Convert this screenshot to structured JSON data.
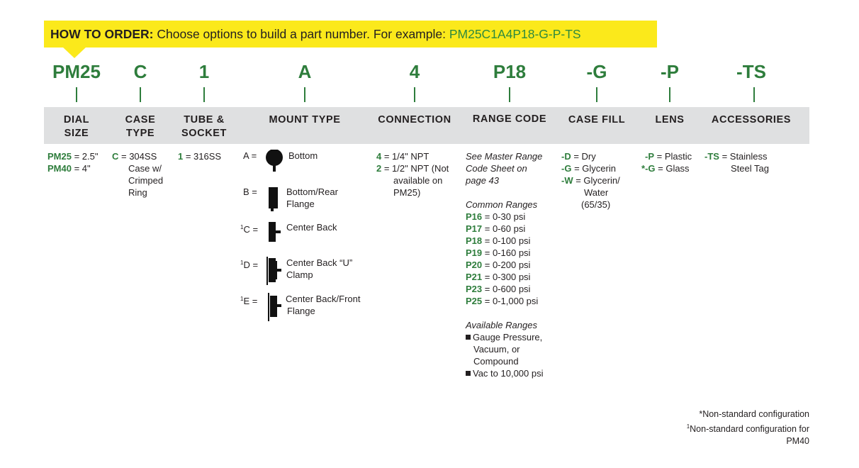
{
  "banner": {
    "label": "HOW TO ORDER:",
    "text": " Choose options to build a part number. For example: ",
    "example": "PM25C1A4P18-G-P-TS"
  },
  "codes": [
    "PM25",
    "C",
    "1",
    "A",
    "4",
    "P18",
    "-G",
    "-P",
    "-TS"
  ],
  "headers": [
    [
      "DIAL",
      "SIZE"
    ],
    [
      "CASE",
      "TYPE"
    ],
    [
      "TUBE &",
      "SOCKET"
    ],
    [
      "MOUNT TYPE"
    ],
    [
      "CONNECTION"
    ],
    [
      "RANGE CODE"
    ],
    [
      "CASE FILL"
    ],
    [
      "LENS"
    ],
    [
      "ACCESSORIES"
    ]
  ],
  "dial_size": [
    {
      "code": "PM25",
      "text": " = 2.5\""
    },
    {
      "code": "PM40",
      "text": " = 4\""
    }
  ],
  "case_type": {
    "code": "C",
    "text": " = 304SS",
    "cont": [
      "Case w/",
      "Crimped",
      "Ring"
    ]
  },
  "tube_socket": {
    "code": "1",
    "text": " = 316SS"
  },
  "mount_type": [
    {
      "sup": "",
      "letter": "A =",
      "icon": "bottom-mount-icon",
      "desc": [
        "Bottom"
      ]
    },
    {
      "sup": "",
      "letter": "B =",
      "icon": "bottom-rear-flange-icon",
      "desc": [
        "Bottom/Rear",
        "Flange"
      ]
    },
    {
      "sup": "1",
      "letter": "C =",
      "icon": "center-back-icon",
      "desc": [
        "Center Back"
      ]
    },
    {
      "sup": "1",
      "letter": "D =",
      "icon": "center-back-u-clamp-icon",
      "desc": [
        "Center Back “U”",
        "Clamp"
      ]
    },
    {
      "sup": "1",
      "letter": "E =",
      "icon": "center-back-front-flange-icon",
      "desc": [
        "Center Back/Front",
        "Flange"
      ]
    }
  ],
  "connection": [
    {
      "code": "4",
      "text": " = 1/4\" NPT"
    },
    {
      "code": "2",
      "text": " = 1/2\" NPT (Not",
      "cont": [
        "available on",
        "PM25)"
      ]
    }
  ],
  "range_code": {
    "intro": [
      "See Master Range",
      "Code Sheet on",
      "page 43"
    ],
    "common_title": "Common Ranges",
    "common": [
      {
        "code": "P16",
        "text": " = 0-30 psi"
      },
      {
        "code": "P17",
        "text": " = 0-60 psi"
      },
      {
        "code": "P18",
        "text": " = 0-100 psi"
      },
      {
        "code": "P19",
        "text": " = 0-160 psi"
      },
      {
        "code": "P20",
        "text": " = 0-200 psi"
      },
      {
        "code": "P21",
        "text": " = 0-300 psi"
      },
      {
        "code": "P23",
        "text": " = 0-600 psi"
      },
      {
        "code": "P25",
        "text": " = 0-1,000 psi"
      }
    ],
    "available_title": "Available Ranges",
    "available": [
      [
        "Gauge Pressure,",
        "Vacuum, or",
        "Compound"
      ],
      [
        "Vac to 10,000 psi"
      ]
    ]
  },
  "case_fill": [
    {
      "code": "-D",
      "text": " = Dry"
    },
    {
      "code": "-G",
      "text": " = Glycerin"
    },
    {
      "code": "-W",
      "text": " = Glycerin/",
      "cont": [
        "Water",
        "(65/35)"
      ]
    }
  ],
  "lens": [
    {
      "pre": "",
      "code": "-P",
      "text": " = Plastic"
    },
    {
      "pre": "*",
      "code": "-G",
      "text": " = Glass"
    }
  ],
  "accessories": {
    "code": "-TS",
    "text": " = Stainless",
    "cont": [
      "Steel Tag"
    ]
  },
  "footnotes": {
    "star": "*Non-standard configuration",
    "one_sup": "1",
    "one": "Non-standard configuration for",
    "one_cont": "PM40"
  }
}
